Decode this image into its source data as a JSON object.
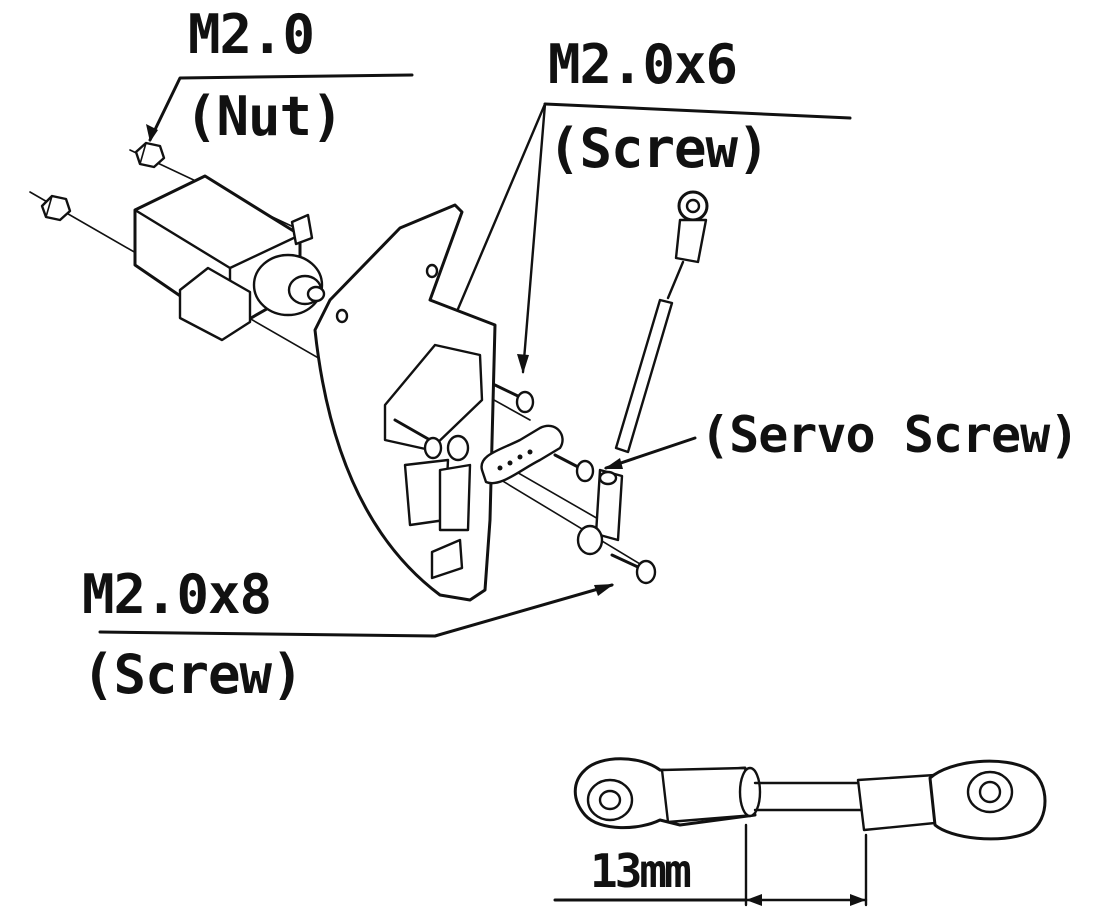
{
  "labels": {
    "nut_size": "M2.0",
    "nut_type": "(Nut)",
    "screw6_size": "M2.0x6",
    "screw6_type": "(Screw)",
    "servo_screw": "(Servo Screw)",
    "screw8_size": "M2.0x8",
    "screw8_type": "(Screw)",
    "link_length": "13mm"
  },
  "colors": {
    "line": "#111111",
    "background": "#ffffff"
  }
}
